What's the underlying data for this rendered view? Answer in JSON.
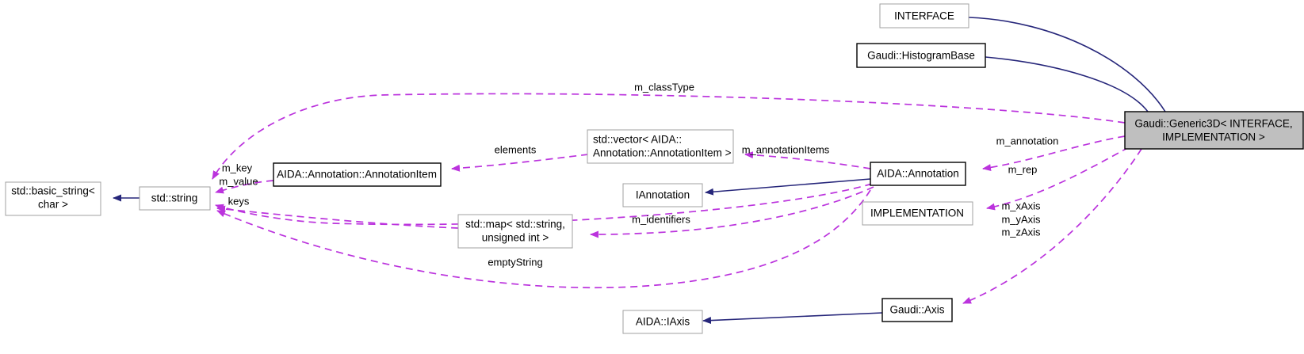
{
  "diagram": {
    "title": "Gaudi::Generic3D< INTERFACE, IMPLEMENTATION > collaboration diagram",
    "colors": {
      "inheritance_edge": "#26267a",
      "usage_edge": "#bb33dd",
      "highlight_fill": "#bfbfbf",
      "node_fill": "#ffffff",
      "node_border_strong": "#000000",
      "node_border_weak": "#a0a0a0",
      "text": "#000000",
      "background": "#ffffff"
    },
    "nodes": [
      {
        "id": "interface",
        "label": "INTERFACE",
        "style": "weak"
      },
      {
        "id": "histogrambase",
        "label": "Gaudi::HistogramBase",
        "style": "strong"
      },
      {
        "id": "generic3d_l1",
        "label": "Gaudi::Generic3D< INTERFACE,",
        "style": "highlight"
      },
      {
        "id": "generic3d_l2",
        "label": "IMPLEMENTATION >",
        "style": "highlight"
      },
      {
        "id": "basicstring_l1",
        "label": "std::basic_string<",
        "style": "weak"
      },
      {
        "id": "basicstring_l2",
        "label": "char >",
        "style": "weak"
      },
      {
        "id": "stdstring",
        "label": "std::string",
        "style": "weak"
      },
      {
        "id": "annotationitem",
        "label": "AIDA::Annotation::AnnotationItem",
        "style": "strong"
      },
      {
        "id": "vector_l1",
        "label": "std::vector< AIDA::",
        "style": "weak"
      },
      {
        "id": "vector_l2",
        "label": "Annotation::AnnotationItem >",
        "style": "weak"
      },
      {
        "id": "iannotation",
        "label": "IAnnotation",
        "style": "weak"
      },
      {
        "id": "annotation",
        "label": "AIDA::Annotation",
        "style": "strong"
      },
      {
        "id": "implementation",
        "label": "IMPLEMENTATION",
        "style": "weak"
      },
      {
        "id": "map_l1",
        "label": "std::map< std::string,",
        "style": "weak"
      },
      {
        "id": "map_l2",
        "label": "unsigned int >",
        "style": "weak"
      },
      {
        "id": "iaxis",
        "label": "AIDA::IAxis",
        "style": "weak"
      },
      {
        "id": "axis",
        "label": "Gaudi::Axis",
        "style": "strong"
      }
    ],
    "edge_labels": [
      {
        "id": "m_classType",
        "text": "m_classType"
      },
      {
        "id": "elements",
        "text": "elements"
      },
      {
        "id": "m_annotationItems",
        "text": "m_annotationItems"
      },
      {
        "id": "m_key",
        "text": "m_key"
      },
      {
        "id": "m_value",
        "text": "m_value"
      },
      {
        "id": "keys",
        "text": "keys"
      },
      {
        "id": "m_identifiers",
        "text": "m_identifiers"
      },
      {
        "id": "emptyString",
        "text": "emptyString"
      },
      {
        "id": "m_annotation",
        "text": "m_annotation"
      },
      {
        "id": "m_rep",
        "text": "m_rep"
      },
      {
        "id": "m_xAxis",
        "text": "m_xAxis"
      },
      {
        "id": "m_yAxis",
        "text": "m_yAxis"
      },
      {
        "id": "m_zAxis",
        "text": "m_zAxis"
      }
    ]
  }
}
